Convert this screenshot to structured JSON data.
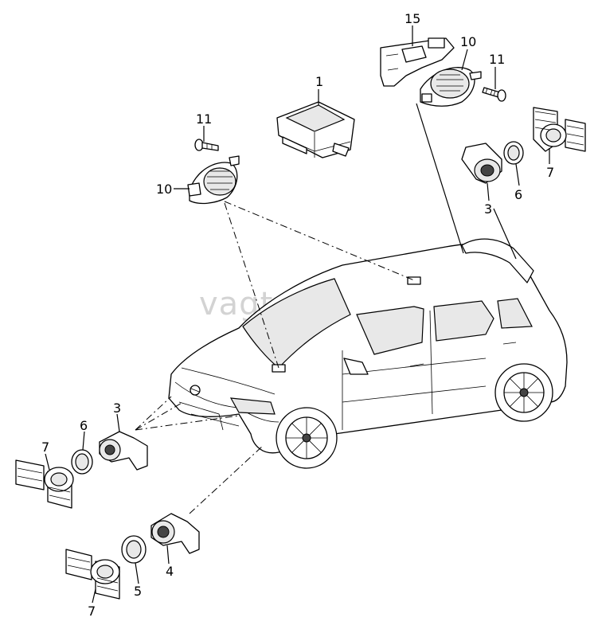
{
  "watermark": "vagtec.ru",
  "labels": {
    "p15": "15",
    "p10_top": "10",
    "p11_top": "11",
    "p1": "1",
    "p11_left": "11",
    "p10_left": "10",
    "p7_right": "7",
    "p6_right": "6",
    "p3_right": "3",
    "p3_left": "3",
    "p6_left": "6",
    "p7_left": "7",
    "p4": "4",
    "p5": "5",
    "p7_bottom": "7"
  }
}
